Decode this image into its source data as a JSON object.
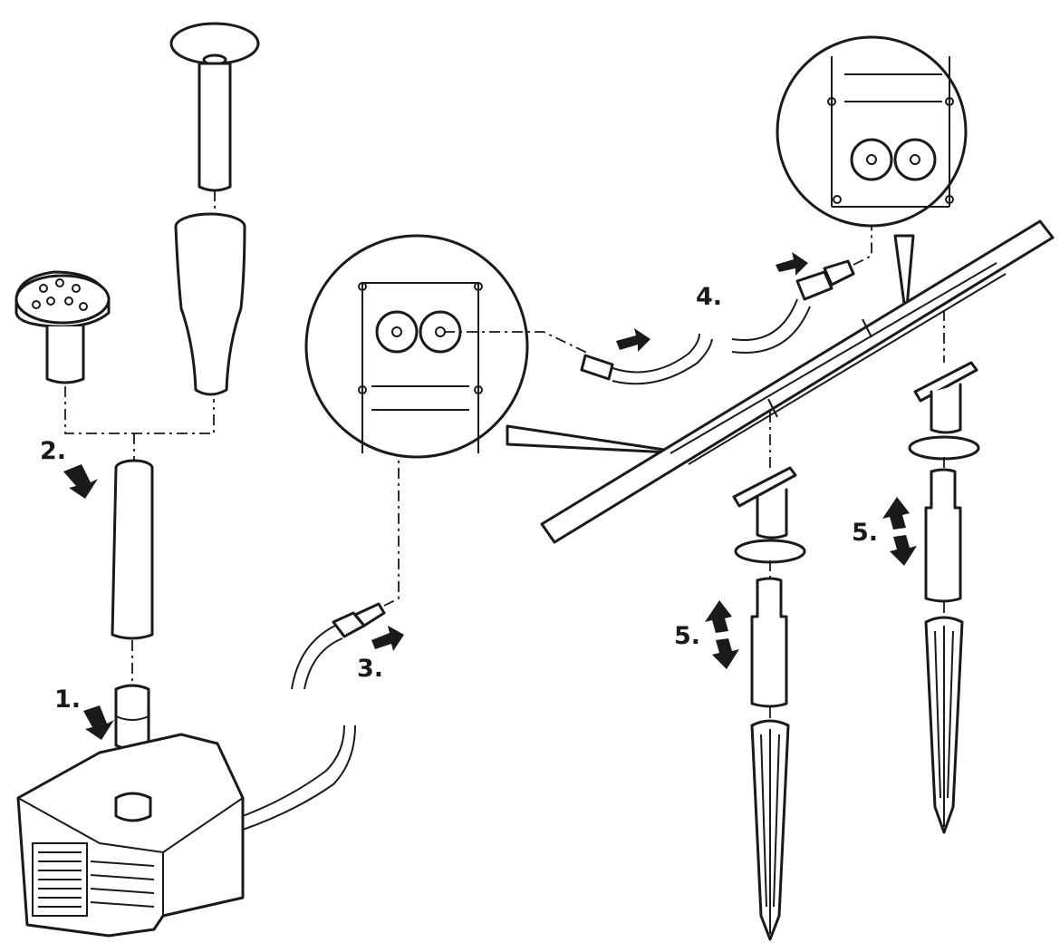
{
  "steps": [
    {
      "id": "step-1",
      "label": "1."
    },
    {
      "id": "step-2",
      "label": "2."
    },
    {
      "id": "step-3",
      "label": "3."
    },
    {
      "id": "step-4",
      "label": "4."
    },
    {
      "id": "step-5a",
      "label": "5."
    },
    {
      "id": "step-5b",
      "label": "5."
    }
  ],
  "colors": {
    "ink": "#1a1a1a",
    "paper": "#ffffff"
  },
  "icons": [
    "arrow-down-icon",
    "arrow-right-icon",
    "arrow-up-icon",
    "arrow-left-icon"
  ]
}
